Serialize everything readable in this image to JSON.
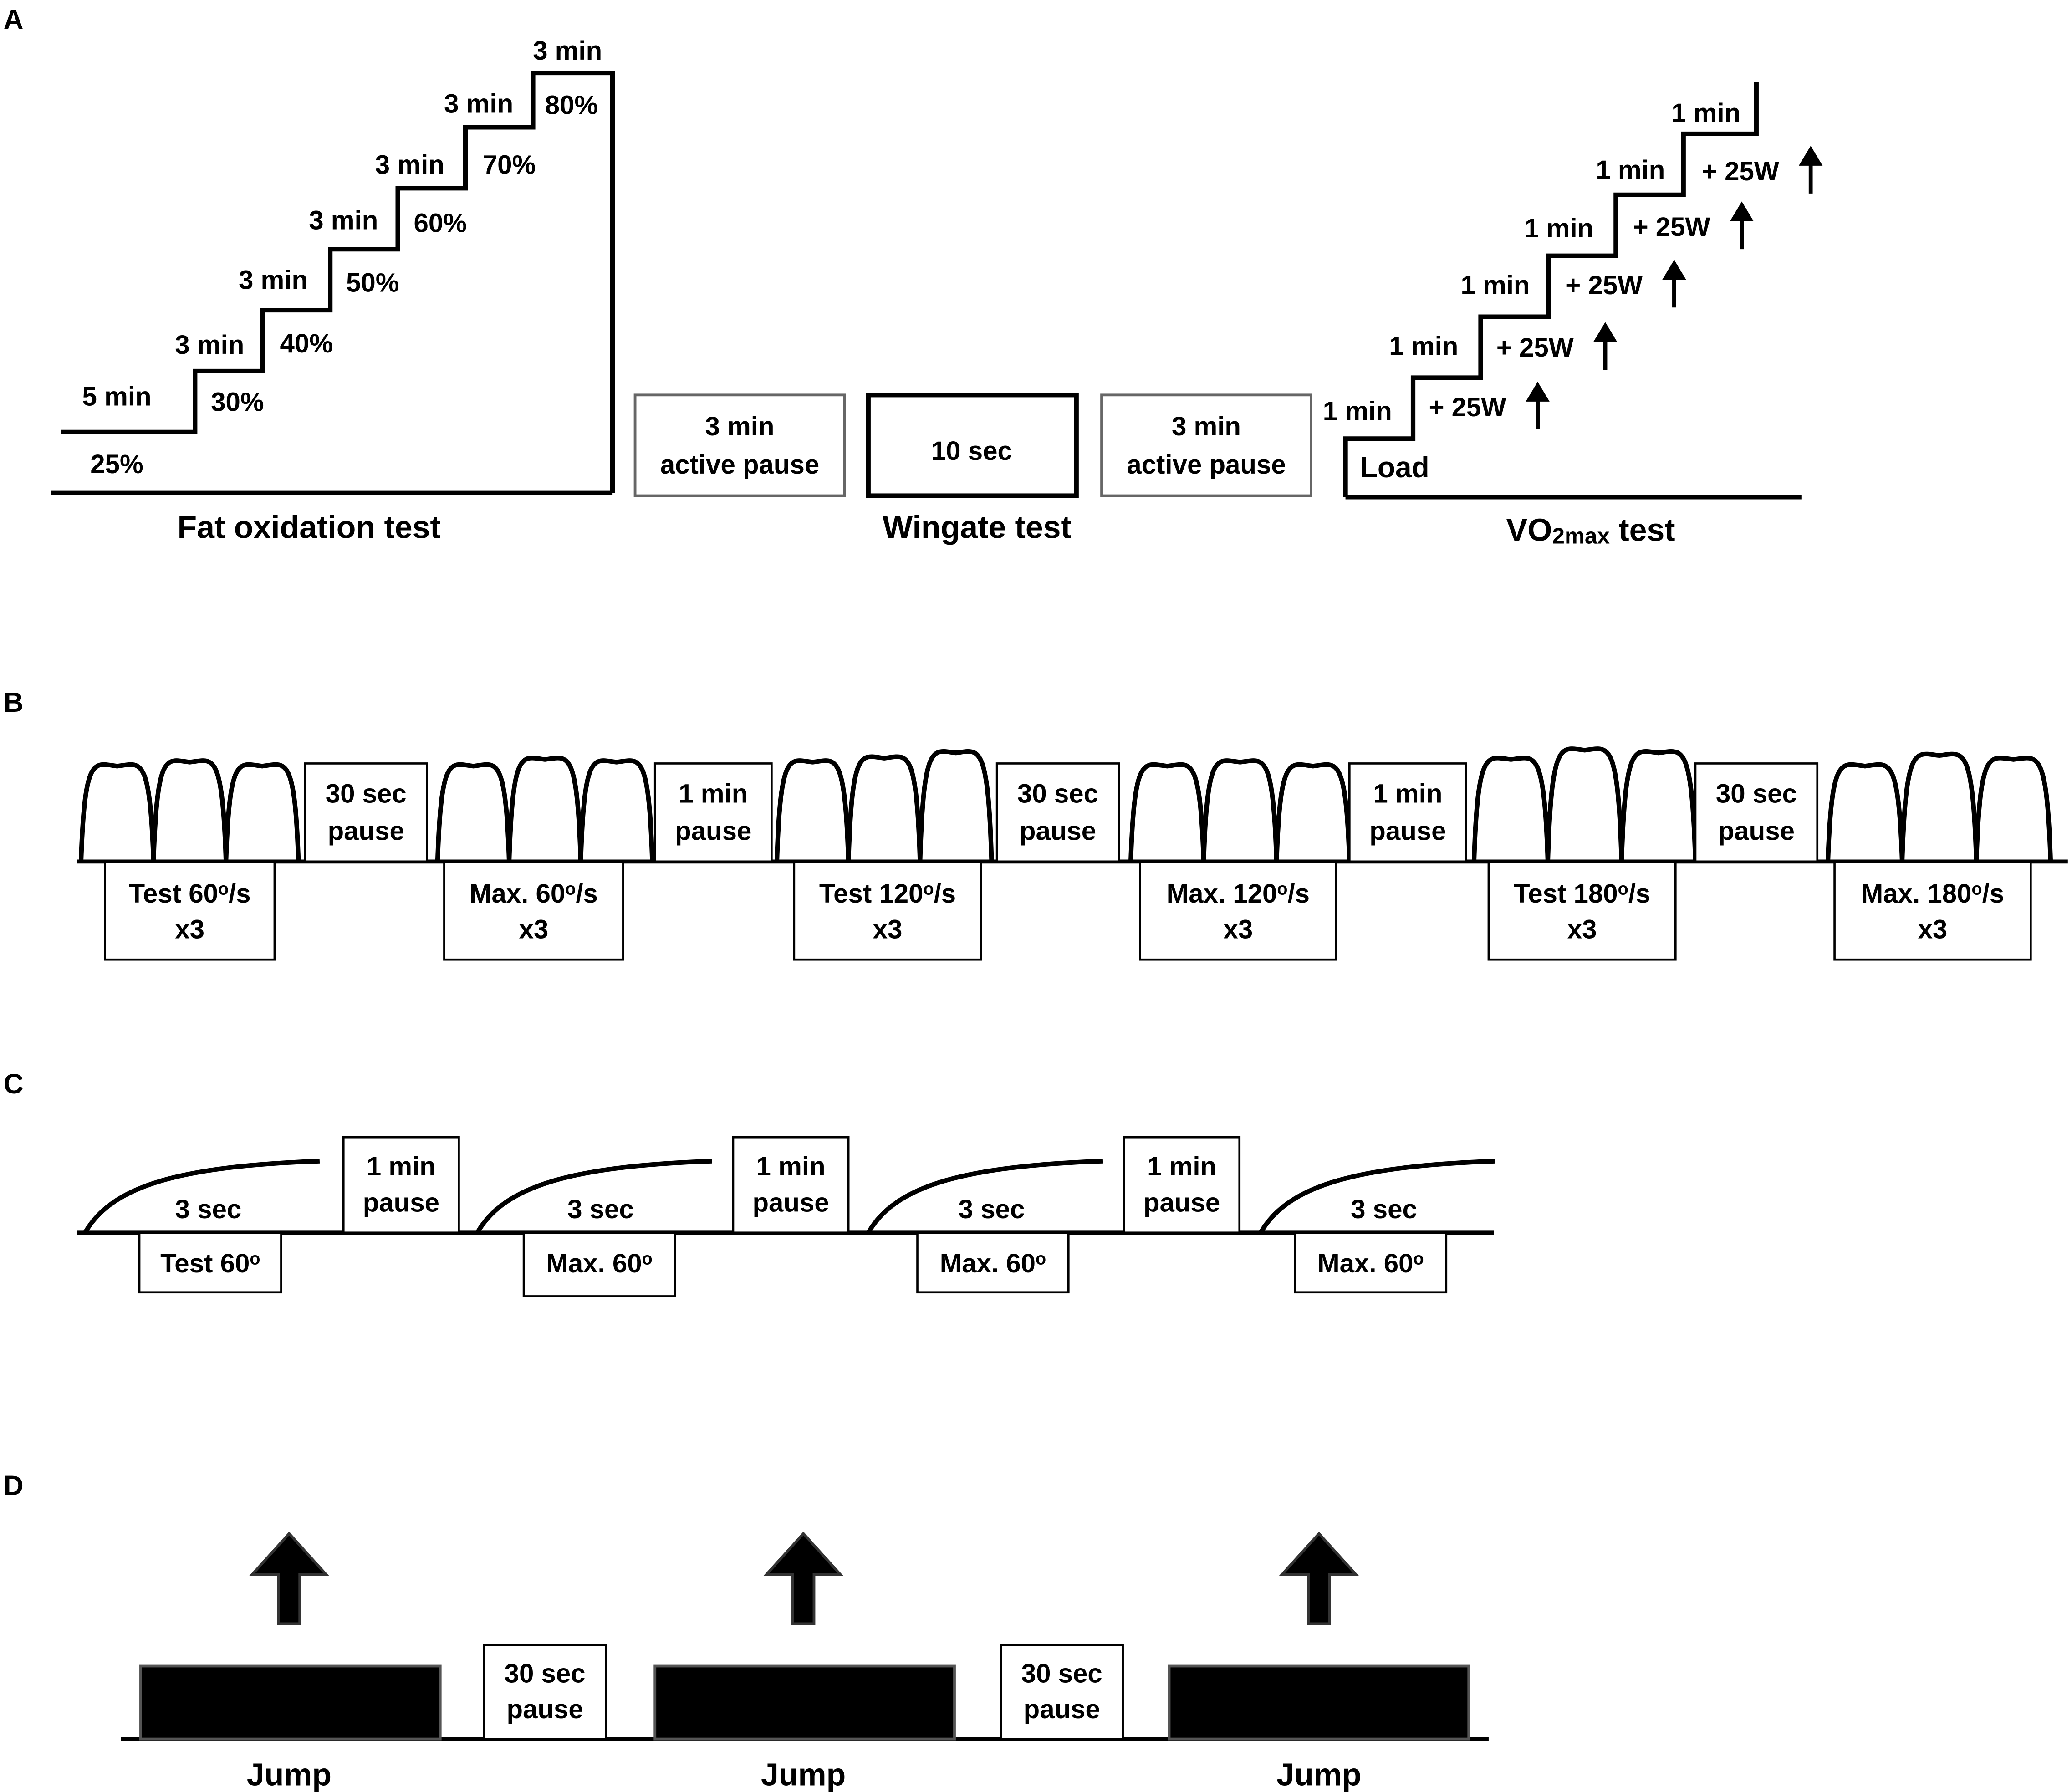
{
  "panels": {
    "a": {
      "label": "A",
      "fat": {
        "title": "Fat oxidation test",
        "steps": [
          {
            "time": "5 min",
            "pct": "25%"
          },
          {
            "time": "3 min",
            "pct": "30%"
          },
          {
            "time": "3 min",
            "pct": "40%"
          },
          {
            "time": "3 min",
            "pct": "50%"
          },
          {
            "time": "3 min",
            "pct": "60%"
          },
          {
            "time": "3 min",
            "pct": "70%"
          },
          {
            "time": "3 min",
            "pct": "80%"
          }
        ]
      },
      "pause1": {
        "l1": "3 min",
        "l2": "active pause"
      },
      "wingate": {
        "box": "10 sec",
        "title": "Wingate test"
      },
      "pause2": {
        "l1": "3 min",
        "l2": "active pause"
      },
      "vo2": {
        "title_main": "VO",
        "title_sub": "2max",
        "title_rest": " test",
        "load": "Load",
        "increment": "+ 25W",
        "times": [
          "1 min",
          "1 min",
          "1 min",
          "1 min",
          "1 min",
          "1 min"
        ]
      }
    },
    "b": {
      "label": "B",
      "pauses": [
        {
          "l1": "30 sec",
          "l2": "pause"
        },
        {
          "l1": "1 min",
          "l2": "pause"
        },
        {
          "l1": "30 sec",
          "l2": "pause"
        },
        {
          "l1": "1 min",
          "l2": "pause"
        },
        {
          "l1": "30 sec",
          "l2": "pause"
        }
      ],
      "tests": [
        {
          "name": "Test 60",
          "deg": "o",
          "unit": "/s",
          "reps": "x3"
        },
        {
          "name": "Max. 60",
          "deg": "o",
          "unit": "/s",
          "reps": "x3"
        },
        {
          "name": "Test 120",
          "deg": "o",
          "unit": "/s",
          "reps": "x3"
        },
        {
          "name": "Max. 120",
          "deg": "o",
          "unit": "/s",
          "reps": "x3"
        },
        {
          "name": "Test 180",
          "deg": "o",
          "unit": "/s",
          "reps": "x3"
        },
        {
          "name": "Max. 180",
          "deg": "o",
          "unit": "/s",
          "reps": "x3"
        }
      ]
    },
    "c": {
      "label": "C",
      "duration": "3 sec",
      "pauses": [
        {
          "l1": "1 min",
          "l2": "pause"
        },
        {
          "l1": "1 min",
          "l2": "pause"
        },
        {
          "l1": "1 min",
          "l2": "pause"
        }
      ],
      "tests": [
        {
          "name": "Test 60",
          "deg": "o"
        },
        {
          "name": "Max. 60",
          "deg": "o"
        },
        {
          "name": "Max. 60",
          "deg": "o"
        },
        {
          "name": "Max. 60",
          "deg": "o"
        }
      ]
    },
    "d": {
      "label": "D",
      "jump": "Jump",
      "pauses": [
        {
          "l1": "30 sec",
          "l2": "pause"
        },
        {
          "l1": "30 sec",
          "l2": "pause"
        }
      ]
    }
  }
}
